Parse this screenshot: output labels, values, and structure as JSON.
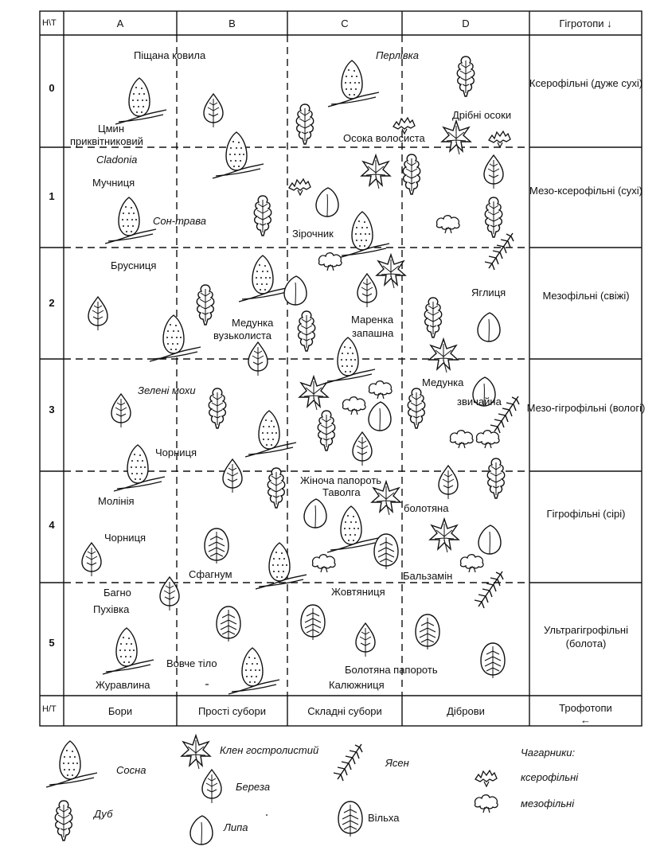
{
  "header": {
    "corner_top": "Н\\Т",
    "columns": [
      "A",
      "B",
      "C",
      "D"
    ],
    "hygrotopes_title": "Гігротопи ↓"
  },
  "rows": [
    {
      "id": "0",
      "hygrotope": "Ксерофільні (дуже сухі)"
    },
    {
      "id": "1",
      "hygrotope": "Мезо-ксерофільні (сухі)"
    },
    {
      "id": "2",
      "hygrotope": "Мезофільні (свіжі)"
    },
    {
      "id": "3",
      "hygrotope": "Мезо-гігрофільні (вологі)"
    },
    {
      "id": "4",
      "hygrotope": "Гігрофільні (сірі)"
    },
    {
      "id": "5",
      "hygrotope": "Ультрагігрофільні (болота)"
    }
  ],
  "footer": {
    "corner_bottom": "Н/Т",
    "trophotopes": [
      "Бори",
      "Прості субори",
      "Складні субори",
      "Діброви"
    ],
    "trophotopes_title": "Трофотопи",
    "trophotopes_arrow": "←"
  },
  "plants": {
    "pishchana_kovyla": "Піщана ковила",
    "perlivka": "Перлівка",
    "tsmyn_1": "Цмин",
    "tsmyn_2": "приквітниковий",
    "dribni_osoky": "Дрібні осоки",
    "osoka_volosysta": "Осока волосиста",
    "cladonia": "Cladonia",
    "muchnytsia": "Мучниця",
    "son_trava": "Сон-трава",
    "zirochnyk": "Зірочник",
    "brusnytsia": "Брусниця",
    "yahlytsia": "Яглиця",
    "medunka_vuzk_1": "Медунка",
    "medunka_vuzk_2": "вузьколиста",
    "marenka_1": "Маренка",
    "marenka_2": "запашна",
    "zeleni_mokhy": "Зелені мохи",
    "medunka_zv_1": "Медунка",
    "medunka_zv_2": "звичайна",
    "chornytsia_3": "Чорниця",
    "zhinocha_paporot": "Жіноча папороть",
    "tavolha": "Таволга",
    "bolotiana": "болотяна",
    "moliniia": "Молінія",
    "chornytsia_4": "Чорниця",
    "sfahnum": "Сфагнум",
    "balzamin": "Бальзамін",
    "bahno": "Багно",
    "pukhivka": "Пухівка",
    "zhovtianytsia": "Жовтяниця",
    "vovche_tilo": "Вовче тіло",
    "bolotiana_paporot": "Болотяна папороть",
    "zhuravlyna": "Журавлина",
    "kaluzhnytsia": "Калюжниця"
  },
  "legend": {
    "sosna": "Сосна",
    "dub": "Дуб",
    "klen": "Клен гостролистий",
    "bereza": "Береза",
    "lypa": "Липа",
    "yasen": "Ясен",
    "vilkha": "Вільха",
    "chaharnyky": "Чагарники:",
    "kserofilni": "ксерофільні",
    "mezofilni": "мезофільні"
  }
}
